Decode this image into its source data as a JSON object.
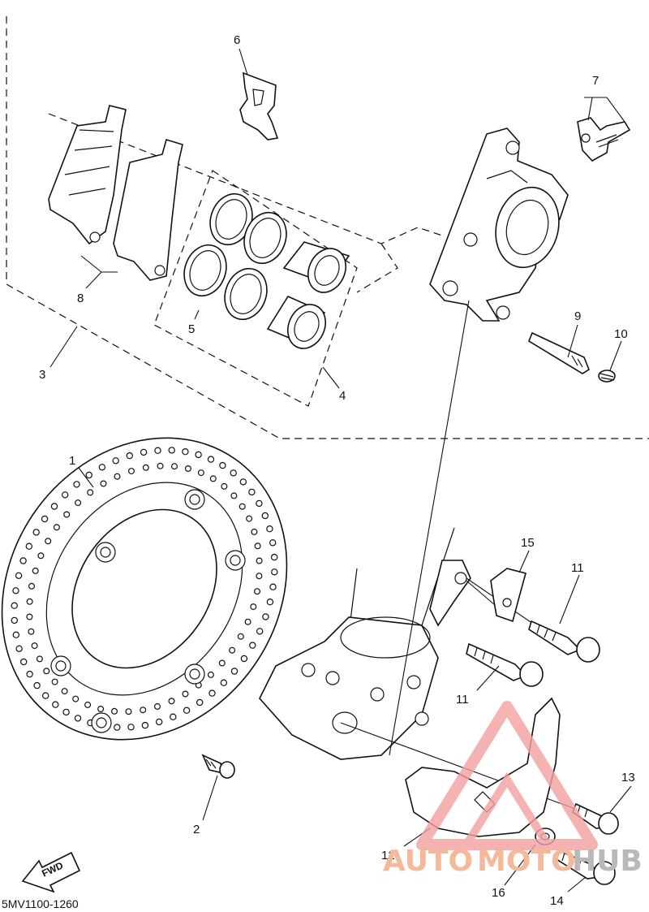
{
  "diagram": {
    "code": "5MV1100-1260",
    "fwd_label": "FWD",
    "callouts": {
      "c1": "1",
      "c2": "2",
      "c3": "3",
      "c4": "4",
      "c5": "5",
      "c6": "6",
      "c7": "7",
      "c8": "8",
      "c9": "9",
      "c10": "10",
      "c11a": "11",
      "c11b": "11",
      "c12": "12",
      "c13": "13",
      "c14": "14",
      "c15": "15",
      "c16": "16"
    }
  },
  "watermark": {
    "text_a": "AUTO",
    "text_b": "MOTO",
    "text_c": "HUB",
    "color_light": "#f6b89a",
    "color_dark": "#b9b9b9",
    "logo_color": "#f2a0a0"
  }
}
